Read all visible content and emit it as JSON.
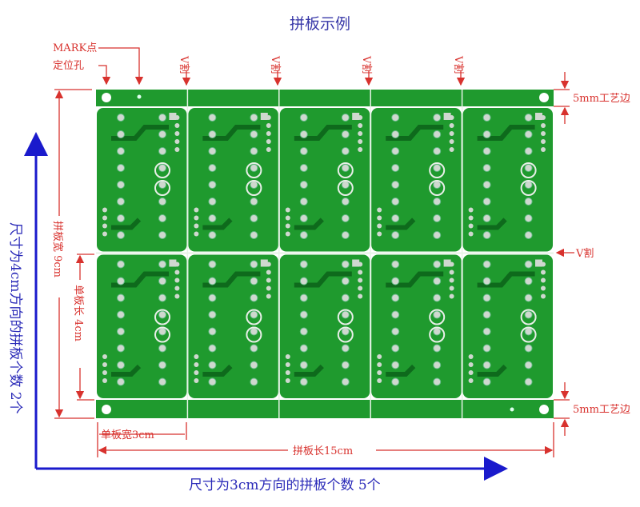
{
  "title": "拼板示例",
  "labels": {
    "mark_point": "MARK点",
    "locating_hole": "定位孔",
    "v_cut": "V割",
    "v_cut_side": "V割",
    "rail_top": "5mm工艺边",
    "rail_bottom": "5mm工艺边",
    "panel_width": "拼板宽 9cm",
    "single_length": "单板长 4cm",
    "single_width": "单板宽3cm",
    "panel_length": "拼板长15cm",
    "axis_vertical": "尺寸为4cm方向的拼板个数 2个",
    "axis_horizontal": "尺寸为3cm方向的拼板个数 5个"
  },
  "panel": {
    "columns": 5,
    "rows": 2
  },
  "colors": {
    "pcb": "#1f9a2e",
    "pcb_dark": "#0e6a1c",
    "annotation": "#d8322e",
    "axis": "#1a1acc"
  }
}
